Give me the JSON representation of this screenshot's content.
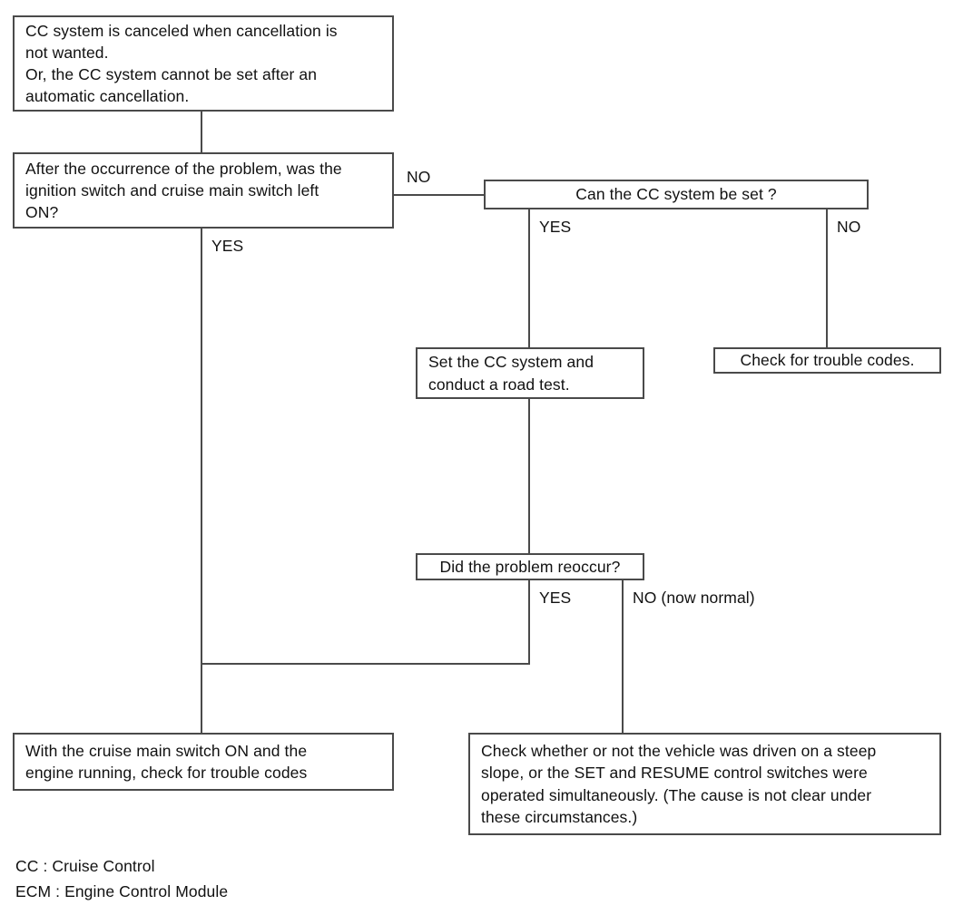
{
  "diagram": {
    "title": "CC system troubleshooting flowchart",
    "line_color": "#4a4a4a",
    "text_color": "#111111",
    "background": "#ffffff"
  },
  "nodes": {
    "symptom": {
      "text": "CC system is canceled when cancellation is\nnot wanted.\nOr, the CC system cannot be set after an\nautomatic cancellation."
    },
    "question_ignition": {
      "text": "After the occurrence of the problem, was the\nignition switch and cruise main switch left\nON?"
    },
    "question_can_set": {
      "text": "Can the CC system be set ?"
    },
    "set_and_road_test": {
      "text": "Set the CC system and\nconduct a road test."
    },
    "check_trouble_codes": {
      "text": "Check for trouble codes."
    },
    "question_reoccur": {
      "text": "Did the problem reoccur?"
    },
    "cruise_main_switch_check": {
      "text": "With the cruise main switch ON and the\nengine running, check for trouble codes"
    },
    "check_steep_slope": {
      "text": "Check whether or not the vehicle was driven on a steep\nslope, or the SET and RESUME control switches were\noperated simultaneously. (The cause is not clear under\nthese circumstances.)"
    }
  },
  "edge_labels": {
    "ignition_no": "NO",
    "ignition_yes": "YES",
    "can_set_yes": "YES",
    "can_set_no": "NO",
    "reoccur_yes": "YES",
    "reoccur_no": "NO (now normal)"
  },
  "legend": {
    "line_1": "CC : Cruise Control",
    "line_2": "ECM : Engine Control Module"
  }
}
